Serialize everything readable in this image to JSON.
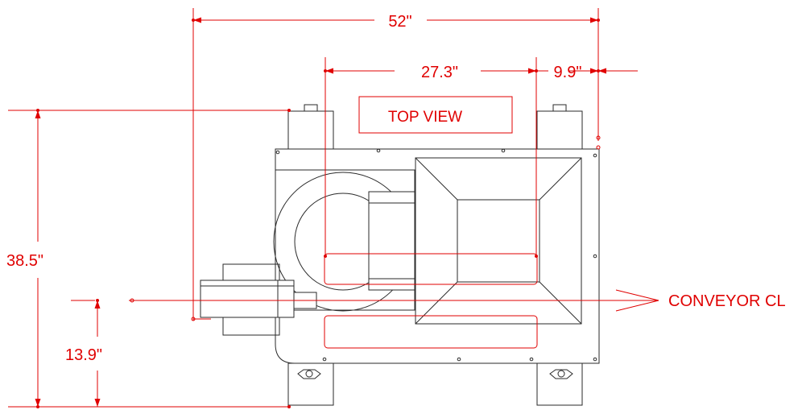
{
  "drawing": {
    "view_label": "TOP VIEW",
    "conveyor_label": "CONVEYOR CL",
    "dimensions": {
      "overall_width": "52\"",
      "center_span": "27.3\"",
      "right_offset": "9.9\"",
      "overall_depth": "38.5\"",
      "centerline_offset": "13.9\""
    }
  },
  "colors": {
    "dimension": "#e00000",
    "outline": "#2a2a2a"
  }
}
